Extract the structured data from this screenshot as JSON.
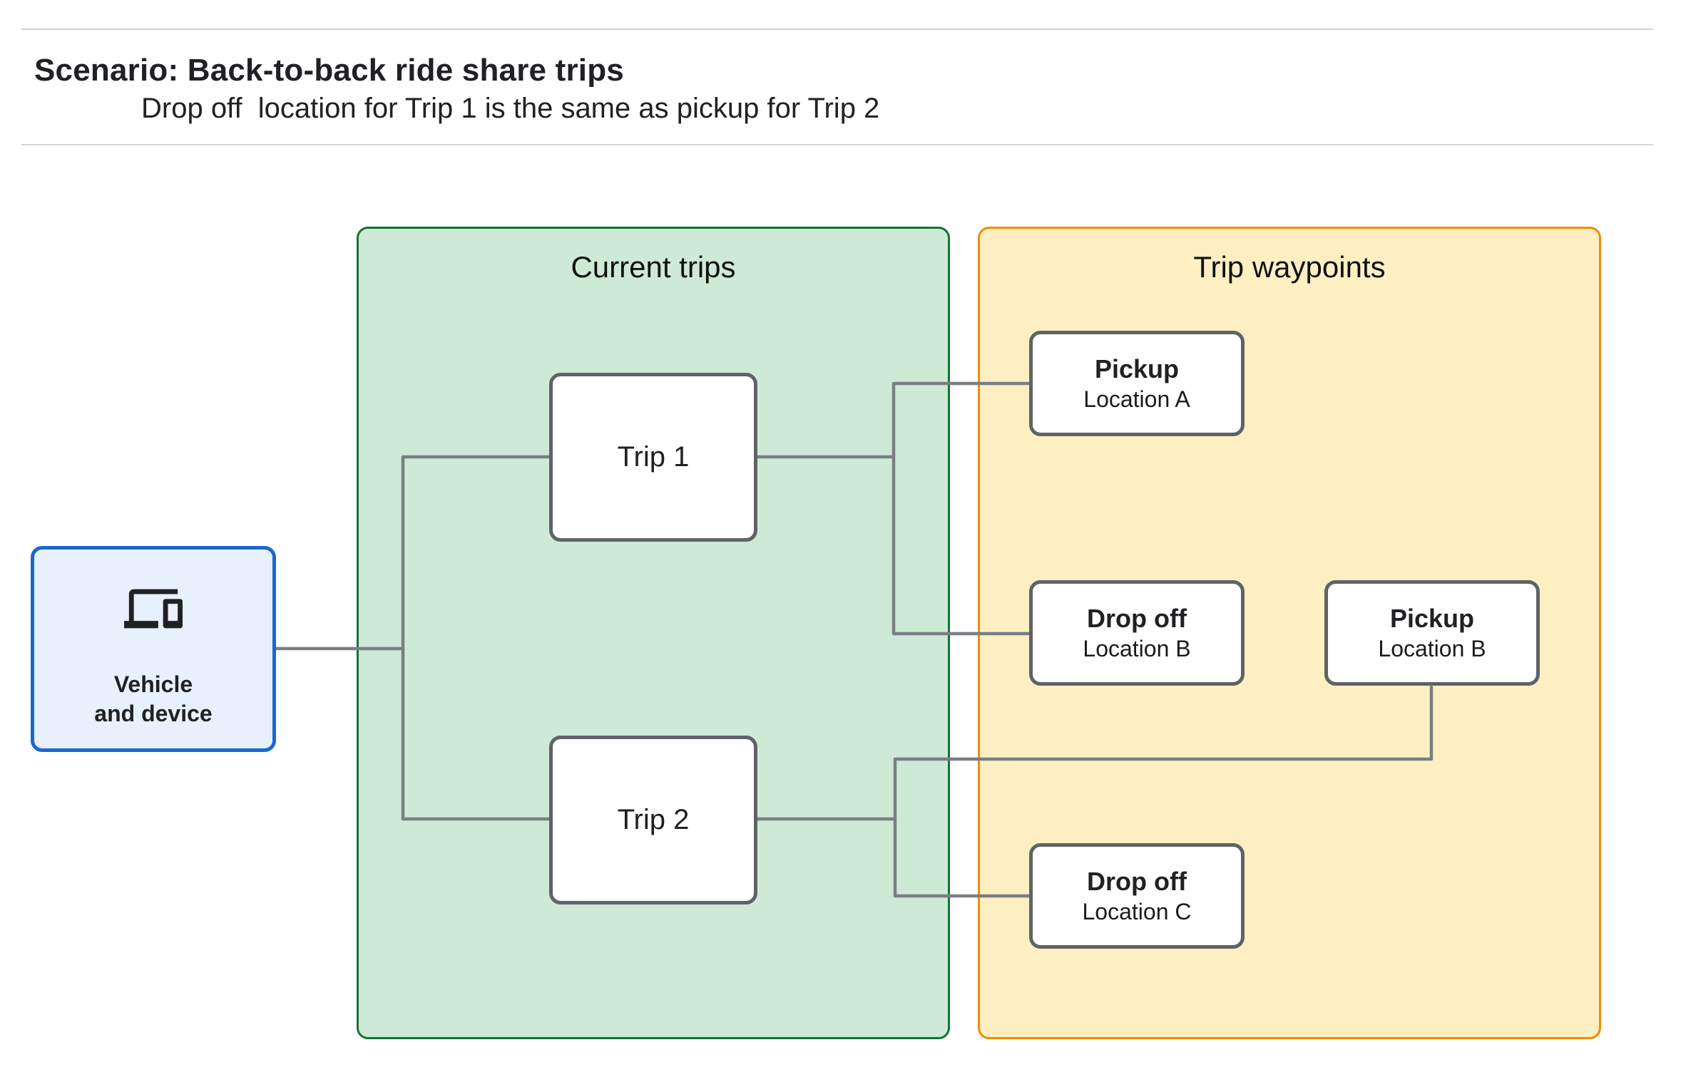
{
  "header": {
    "title": "Scenario: Back-to-back ride share trips",
    "subtitle": "Drop off  location for Trip 1 is the same as pickup for Trip 2"
  },
  "vehicle_node": {
    "icon": "devices-icon",
    "label_line1": "Vehicle",
    "label_line2": "and device"
  },
  "groups": {
    "current_trips": {
      "title": "Current trips",
      "nodes": [
        {
          "label": "Trip 1"
        },
        {
          "label": "Trip 2"
        }
      ]
    },
    "trip_waypoints": {
      "title": "Trip waypoints",
      "nodes": [
        {
          "title": "Pickup",
          "subtitle": "Location A"
        },
        {
          "title": "Drop off",
          "subtitle": "Location B"
        },
        {
          "title": "Pickup",
          "subtitle": "Location B"
        },
        {
          "title": "Drop off",
          "subtitle": "Location C"
        }
      ]
    }
  },
  "colors": {
    "green_fill": "#CEEAD6",
    "green_border": "#137333",
    "yellow_fill": "#FEEFC3",
    "yellow_border": "#F08C00",
    "blue_fill": "#E8F0FE",
    "blue_border": "#1967D2",
    "node_border": "#5F6368",
    "connector": "#7A7E83",
    "text": "#202124",
    "rule": "#D4D4D4"
  }
}
